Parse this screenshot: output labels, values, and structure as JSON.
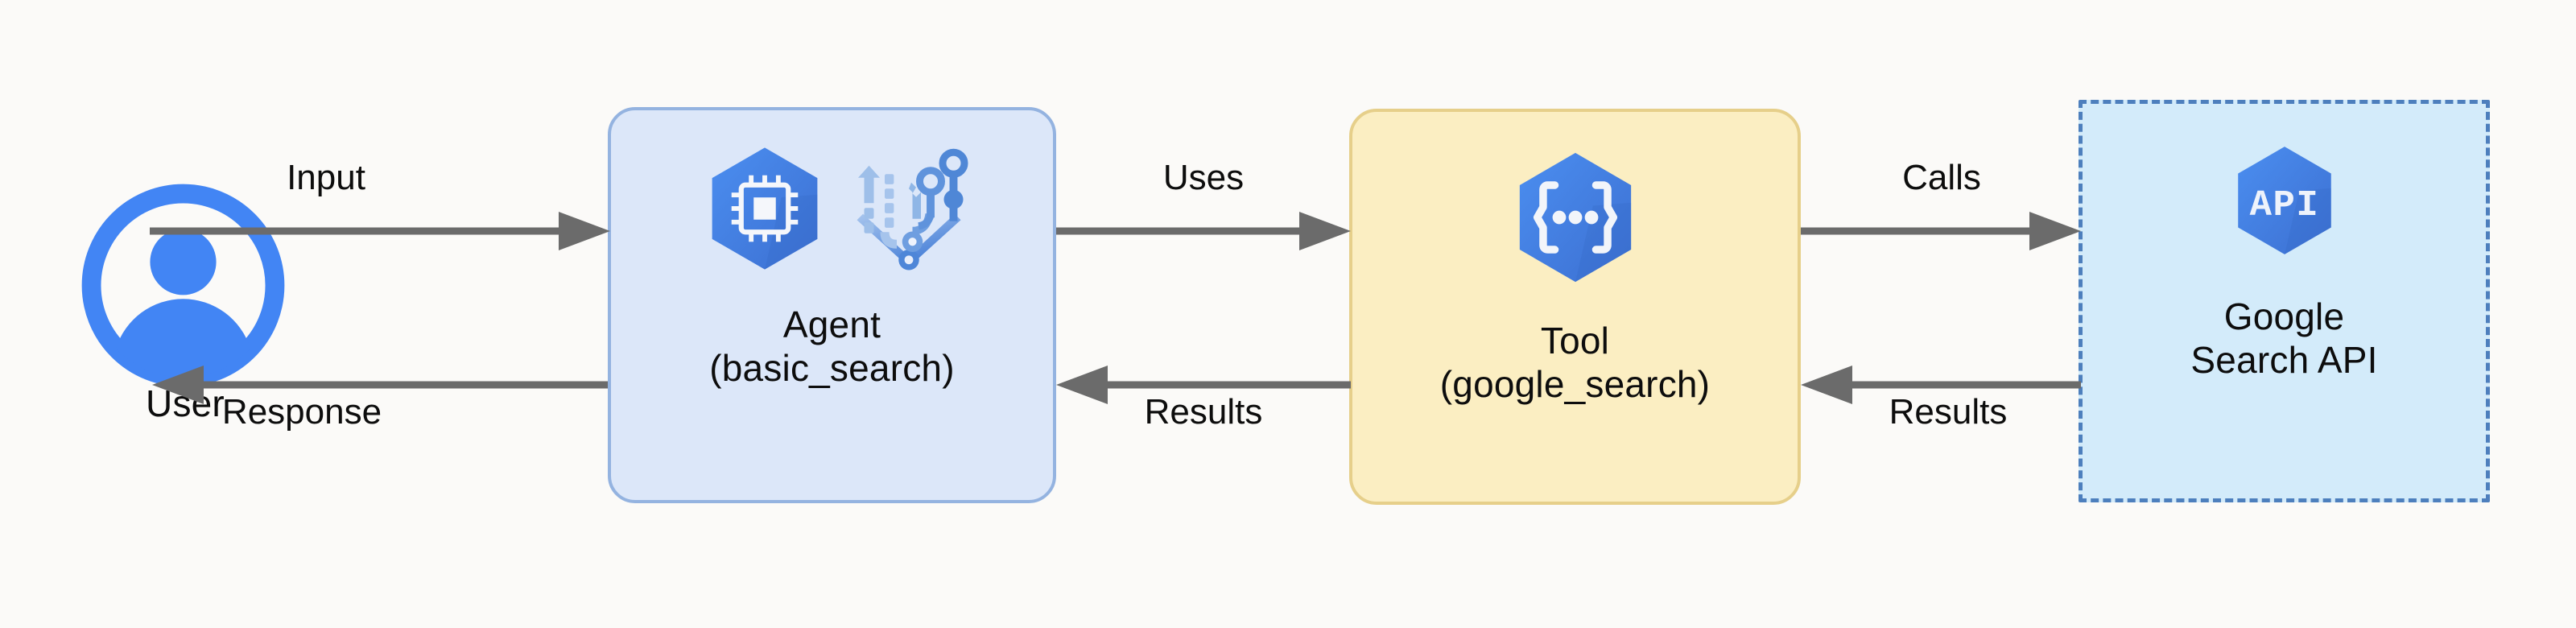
{
  "diagram": {
    "background_color": "#fbfaf8",
    "arrow_color": "#6b6b6b",
    "accent_blue": "#4285f4",
    "nodes": [
      {
        "id": "user",
        "label": "User",
        "icon": "user-avatar-icon",
        "shape": "icon-with-caption"
      },
      {
        "id": "agent",
        "label": "Agent\n(basic_search)",
        "title": "Agent",
        "subtitle": "(basic_search)",
        "icons": [
          "cpu-hexagon-icon",
          "vertex-ai-icon"
        ],
        "shape": "rounded-rect",
        "fill": "#dce7f9",
        "stroke": "#94b3e0"
      },
      {
        "id": "tool",
        "label": "Tool\n(google_search)",
        "title": "Tool",
        "subtitle": "(google_search)",
        "icons": [
          "code-brackets-hexagon-icon"
        ],
        "shape": "rounded-rect",
        "fill": "#fbeec2",
        "stroke": "#e6cf8a"
      },
      {
        "id": "api",
        "label": "Google\nSearch API",
        "title": "Google",
        "subtitle": "Search API",
        "icons": [
          "api-hexagon-icon"
        ],
        "icon_text": "API",
        "shape": "dashed-rect",
        "fill": "#d3ebfa",
        "stroke": "#4d7fbd"
      }
    ],
    "edges": [
      {
        "id": "input",
        "label": "Input",
        "from": "user",
        "to": "agent",
        "direction": "right"
      },
      {
        "id": "response",
        "label": "Response",
        "from": "agent",
        "to": "user",
        "direction": "left"
      },
      {
        "id": "uses",
        "label": "Uses",
        "from": "agent",
        "to": "tool",
        "direction": "right"
      },
      {
        "id": "results1",
        "label": "Results",
        "from": "tool",
        "to": "agent",
        "direction": "left"
      },
      {
        "id": "calls",
        "label": "Calls",
        "from": "tool",
        "to": "api",
        "direction": "right"
      },
      {
        "id": "results2",
        "label": "Results",
        "from": "api",
        "to": "tool",
        "direction": "left"
      }
    ]
  }
}
